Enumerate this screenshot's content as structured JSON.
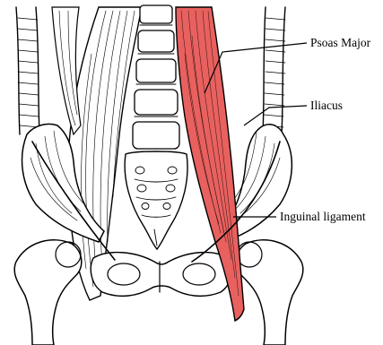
{
  "colors": {
    "highlight": "#e8615f",
    "ink": "#000000",
    "background": "#ffffff"
  },
  "labels": {
    "psoas_major": "Psoas Major",
    "iliacus": "Iliacus",
    "inguinal_ligament": "Inguinal ligament"
  }
}
